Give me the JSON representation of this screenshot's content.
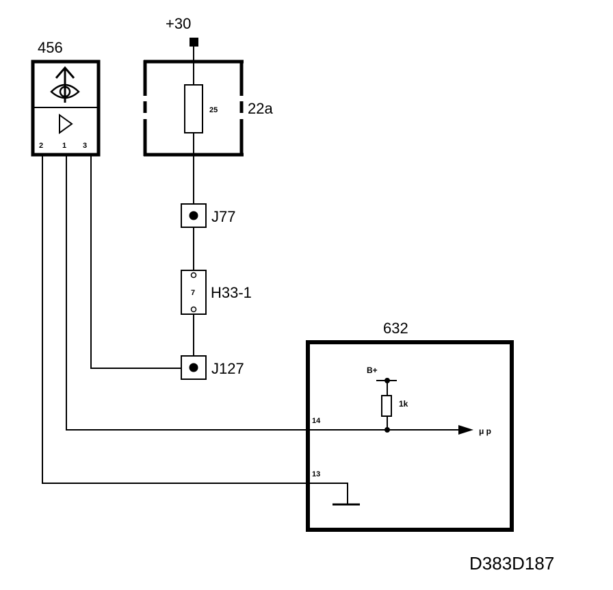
{
  "diagram": {
    "supply": "+30",
    "components": {
      "sensor": {
        "id": "456",
        "pins": [
          "2",
          "1",
          "3"
        ]
      },
      "fuse_box": {
        "id": "22a",
        "fuse": "25"
      },
      "connector_j77": "J77",
      "connector_h33": {
        "id": "H33-1",
        "pin": "7"
      },
      "connector_j127": "J127",
      "module": {
        "id": "632",
        "supply": "B+",
        "resistor": "1k",
        "pins": [
          "14",
          "13"
        ],
        "output": "μ p"
      }
    },
    "drawing_code": "D383D187"
  }
}
